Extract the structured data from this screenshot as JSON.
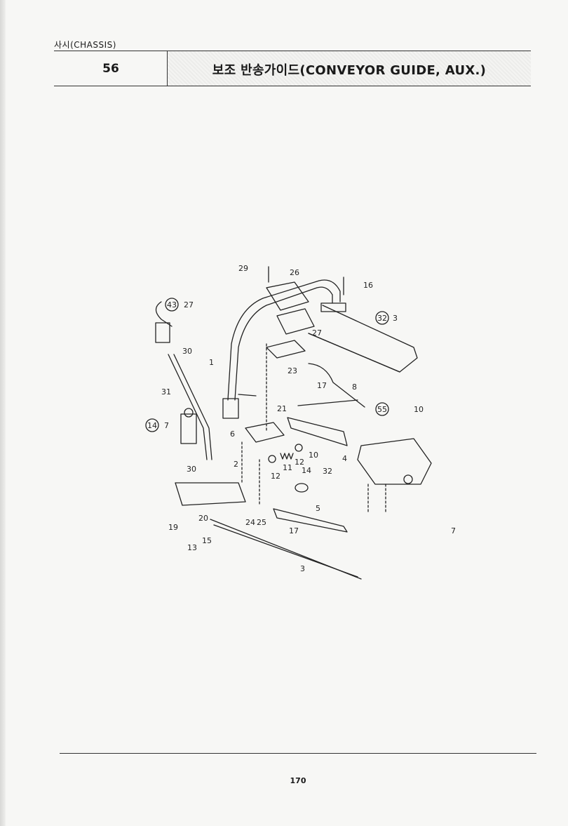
{
  "header": {
    "section": "사시(CHASSIS)",
    "index": "56",
    "title": "보조 반송가이드(CONVEYOR GUIDE, AUX.)"
  },
  "diagram": {
    "callouts": [
      "29",
      "26",
      "16",
      "43",
      "27",
      "32",
      "3",
      "27",
      "30",
      "1",
      "23",
      "31",
      "17",
      "8",
      "21",
      "55",
      "10",
      "14",
      "7",
      "6",
      "11",
      "10",
      "12",
      "4",
      "30",
      "2",
      "12",
      "14",
      "32",
      "5",
      "19",
      "20",
      "24",
      "25",
      "17",
      "13",
      "15",
      "7",
      "3"
    ]
  },
  "footer": {
    "page_number": "170"
  }
}
